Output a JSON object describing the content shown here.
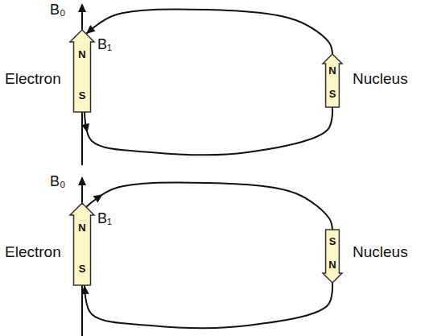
{
  "diagram": {
    "nodes": [
      {
        "text": [
          "N",
          "S"
        ]
      },
      {
        "text": [
          "N",
          "S"
        ]
      },
      {
        "text": [
          "N",
          "S"
        ]
      },
      {
        "text": [
          "S",
          "N"
        ]
      }
    ],
    "edges": [
      {
        "from": 1,
        "to": 0,
        "arrow": "to"
      },
      {
        "from": 0,
        "to": 1,
        "arrow": "to"
      },
      {
        "from": 2,
        "to": 3,
        "arrow": "to"
      },
      {
        "from": 3,
        "to": 2,
        "arrow": "to"
      }
    ],
    "labels": [
      "B₀",
      "B₁",
      "Electron",
      "Nucleus",
      "B₀",
      "B₁",
      "Electron",
      "Nucleus"
    ]
  }
}
